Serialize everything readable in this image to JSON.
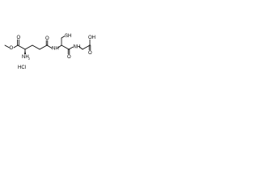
{
  "molecule": {
    "labels": {
      "methoxy_o": "O",
      "ester_carbonyl_o": "O",
      "amine": "NH",
      "amine_sub": "2",
      "amide_n1": "NH",
      "amide_o1": "O",
      "thiol": "SH",
      "amide_n2": "NH",
      "amide_o2": "O",
      "acid_o": "O",
      "acid_oh": "OH"
    },
    "salt": "HCl"
  },
  "colors": {
    "bond": "#000000",
    "text": "#000000",
    "background": "#ffffff"
  }
}
